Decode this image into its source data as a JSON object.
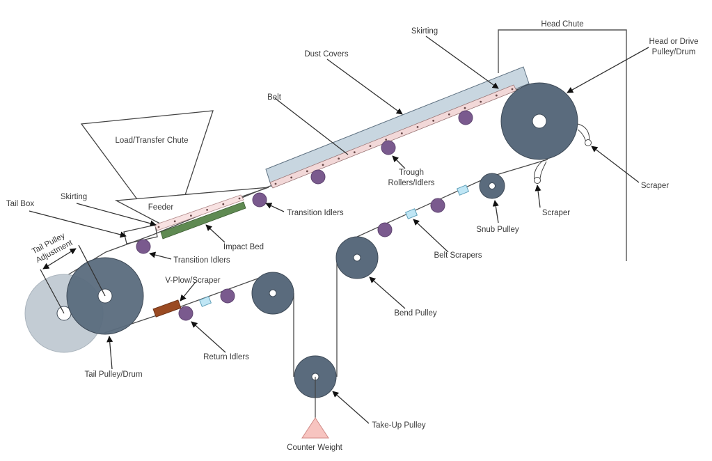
{
  "diagram": {
    "title": "Belt Conveyor Components",
    "colors": {
      "pulley": "#5a6b7d",
      "pulley_ghost": "#c3ccd4",
      "idler": "#7a5a8e",
      "dust_cover": "#c8d6e0",
      "skirting": "#f2d8d8",
      "impact_bed": "#5f8a52",
      "v_plow": "#9a4a22",
      "belt_scraper": "#bfe6f5",
      "counter_weight": "#f7c4c0"
    },
    "labels": {
      "head_chute": "Head Chute",
      "skirting_top": "Skirting",
      "head_pulley_line1": "Head or Drive",
      "head_pulley_line2": "Pulley/Drum",
      "dust_covers": "Dust Covers",
      "belt": "Belt",
      "load_chute": "Load/Transfer Chute",
      "trough_line1": "Trough",
      "trough_line2": "Rollers/Idlers",
      "scraper_right": "Scraper",
      "scraper_lower": "Scraper",
      "tail_box": "Tail Box",
      "skirting_left": "Skirting",
      "feeder": "Feeder",
      "transition_idlers_top": "Transition Idlers",
      "impact_bed": "Impact Bed",
      "transition_idlers_left": "Transition Idlers",
      "tail_adj_line1": "Tail Pulley",
      "tail_adj_line2": "Adjustment",
      "snub_pulley": "Snub Pulley",
      "belt_scrapers": "Belt Scrapers",
      "v_plow": "V-Plow/Scraper",
      "bend_pulley": "Bend Pulley",
      "return_idlers": "Return Idlers",
      "tail_pulley": "Tail Pulley/Drum",
      "take_up_pulley": "Take-Up Pulley",
      "counter_weight": "Counter Weight"
    }
  }
}
